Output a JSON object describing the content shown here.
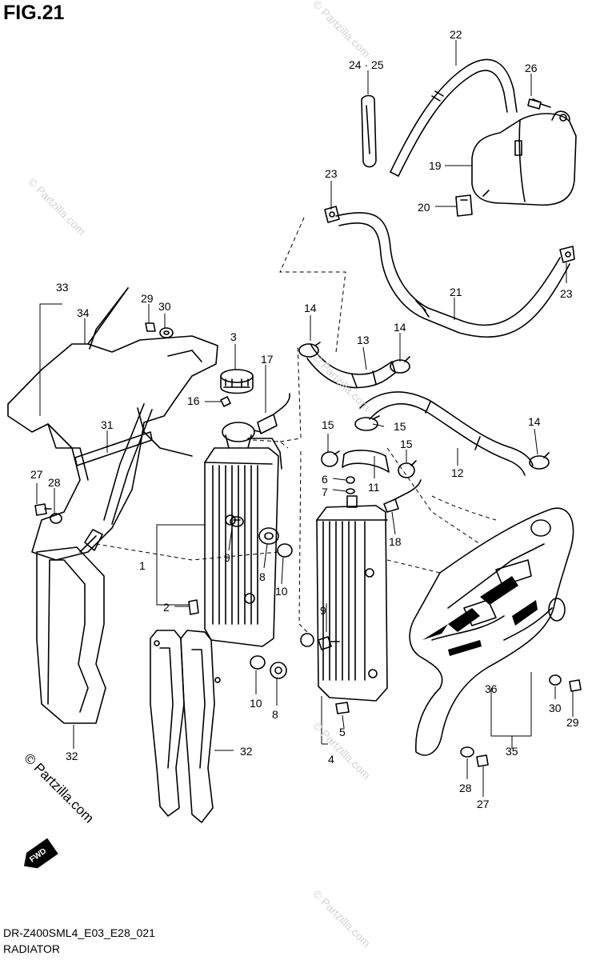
{
  "header": {
    "figure_label": "FIG.21"
  },
  "footer": {
    "model_code": "DR-Z400SML4_E03_E28_021",
    "section_name": "RADIATOR"
  },
  "watermark": {
    "main_text": "© Partzilla.com",
    "faint_text": "© Partzilla.com"
  },
  "fwd_badge": {
    "label": "FWD"
  },
  "callouts": {
    "c22": "22",
    "c24_25": "24 · 25",
    "c26": "26",
    "c19": "19",
    "c20": "20",
    "c23_top": "23",
    "c23_right": "23",
    "c21": "21",
    "c33": "33",
    "c34": "34",
    "c29_top": "29",
    "c30_top": "30",
    "c14_a": "14",
    "c14_b": "14",
    "c14_c": "14",
    "c13": "13",
    "c3": "3",
    "c17": "17",
    "c16": "16",
    "c15_a": "15",
    "c15_b": "15",
    "c15_c": "15",
    "c12": "12",
    "c31": "31",
    "c27_left": "27",
    "c28_left": "28",
    "c6": "6",
    "c7": "7",
    "c11": "11",
    "c18": "18",
    "c1": "1",
    "c9_left": "9",
    "c8_upper": "8",
    "c10_upper": "10",
    "c2": "2",
    "c9_right": "9",
    "c36": "36",
    "c10_lower": "10",
    "c8_lower": "8",
    "c30_right": "30",
    "c29_right": "29",
    "c5": "5",
    "c4": "4",
    "c32_left": "32",
    "c32_mid": "32",
    "c35": "35",
    "c28_right": "28",
    "c27_right": "27"
  }
}
